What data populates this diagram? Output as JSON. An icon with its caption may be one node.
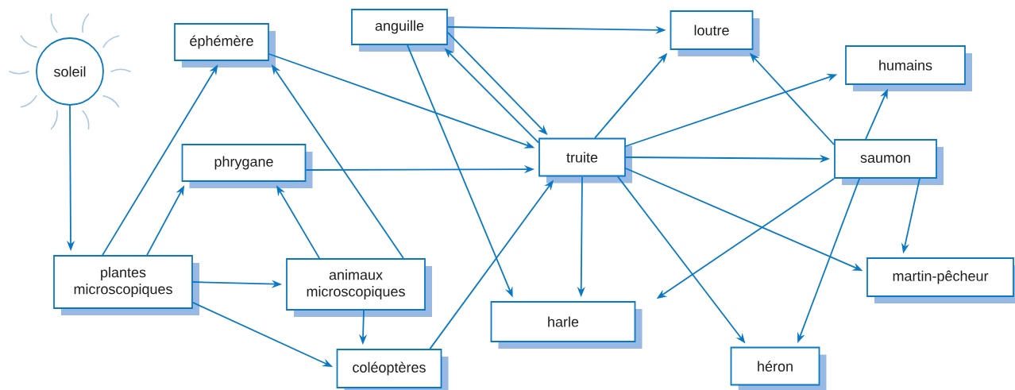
{
  "diagram": {
    "nodes": [
      {
        "text": [
          "soleil"
        ]
      },
      {
        "text": [
          "éphémère"
        ]
      },
      {
        "text": [
          "anguille"
        ]
      },
      {
        "text": [
          "loutre"
        ]
      },
      {
        "text": [
          "humains"
        ]
      },
      {
        "text": [
          "phrygane"
        ]
      },
      {
        "text": [
          "truite"
        ]
      },
      {
        "text": [
          "saumon"
        ]
      },
      {
        "text": [
          "plantes microscopiques"
        ]
      },
      {
        "text": [
          "animaux microscopiques"
        ]
      },
      {
        "text": [
          "martin-pêcheur"
        ]
      },
      {
        "text": [
          "harle"
        ]
      },
      {
        "text": [
          "coléoptères"
        ]
      },
      {
        "text": [
          "héron"
        ]
      }
    ],
    "edges": [
      {
        "from": 0,
        "to": 8,
        "arrow": "to"
      },
      {
        "from": 8,
        "to": 1,
        "arrow": "to"
      },
      {
        "from": 8,
        "to": 5,
        "arrow": "to"
      },
      {
        "from": 8,
        "to": 9,
        "arrow": "to"
      },
      {
        "from": 8,
        "to": 12,
        "arrow": "to"
      },
      {
        "from": 9,
        "to": 1,
        "arrow": "to"
      },
      {
        "from": 9,
        "to": 5,
        "arrow": "to"
      },
      {
        "from": 9,
        "to": 12,
        "arrow": "to"
      },
      {
        "from": 12,
        "to": 6,
        "arrow": "to"
      },
      {
        "from": 1,
        "to": 6,
        "arrow": "to"
      },
      {
        "from": 5,
        "to": 6,
        "arrow": "to"
      },
      {
        "from": 2,
        "to": 3,
        "arrow": "to"
      },
      {
        "from": 2,
        "to": 6,
        "arrow": "to"
      },
      {
        "from": 6,
        "to": 2,
        "arrow": "to"
      },
      {
        "from": 2,
        "to": 11,
        "arrow": "to"
      },
      {
        "from": 6,
        "to": 3,
        "arrow": "to"
      },
      {
        "from": 6,
        "to": 4,
        "arrow": "to"
      },
      {
        "from": 6,
        "to": 7,
        "arrow": "to"
      },
      {
        "from": 6,
        "to": 11,
        "arrow": "to"
      },
      {
        "from": 6,
        "to": 13,
        "arrow": "to"
      },
      {
        "from": 6,
        "to": 10,
        "arrow": "to"
      },
      {
        "from": 7,
        "to": 3,
        "arrow": "to"
      },
      {
        "from": 7,
        "to": 4,
        "arrow": "to"
      },
      {
        "from": 7,
        "to": 10,
        "arrow": "to"
      },
      {
        "from": 7,
        "to": 11,
        "arrow": "to"
      },
      {
        "from": 7,
        "to": 13,
        "arrow": "to"
      }
    ]
  }
}
